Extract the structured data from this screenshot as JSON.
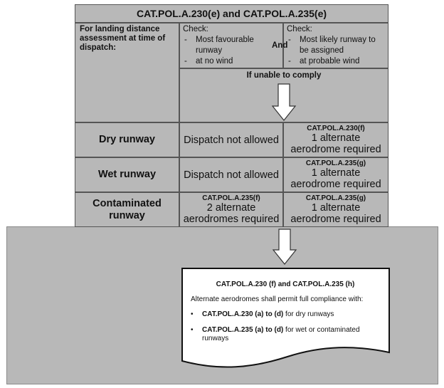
{
  "header": {
    "title": "CAT.POL.A.230(e) and CAT.POL.A.235(e)"
  },
  "landing_label": "For landing distance assessment at time of dispatch:",
  "check_left": {
    "title": "Check:",
    "items": [
      "Most favourable runway",
      "at no wind"
    ]
  },
  "and_label": "And",
  "check_right": {
    "title": "Check:",
    "items": [
      "Most likely runway to be assigned",
      "at probable wind"
    ]
  },
  "unable_label": "If unable to comply",
  "rows": [
    {
      "label": "Dry runway",
      "mid": {
        "ref": "",
        "text": "Dispatch not allowed"
      },
      "right": {
        "ref": "CAT.POL.A.230(f)",
        "text": "1 alternate aerodrome required"
      }
    },
    {
      "label": "Wet runway",
      "mid": {
        "ref": "",
        "text": "Dispatch not allowed"
      },
      "right": {
        "ref": "CAT.POL.A.235(g)",
        "text": "1 alternate aerodrome required"
      }
    },
    {
      "label": "Contaminated runway",
      "mid": {
        "ref": "CAT.POL.A.235(f)",
        "text": "2 alternate aerodromes required"
      },
      "right": {
        "ref": "CAT.POL.A.235(g)",
        "text": "1 alternate aerodrome required"
      }
    }
  ],
  "document": {
    "title": "CAT.POL.A.230 (f) and CAT.POL.A.235 (h)",
    "intro": "Alternate aerodromes shall permit full compliance with:",
    "bullets": [
      {
        "bold": "CAT.POL.A.230 (a) to (d)",
        "rest": " for dry runways"
      },
      {
        "bold": "CAT.POL.A.235 (a) to (d)",
        "rest": " for wet or contaminated runways"
      }
    ]
  }
}
